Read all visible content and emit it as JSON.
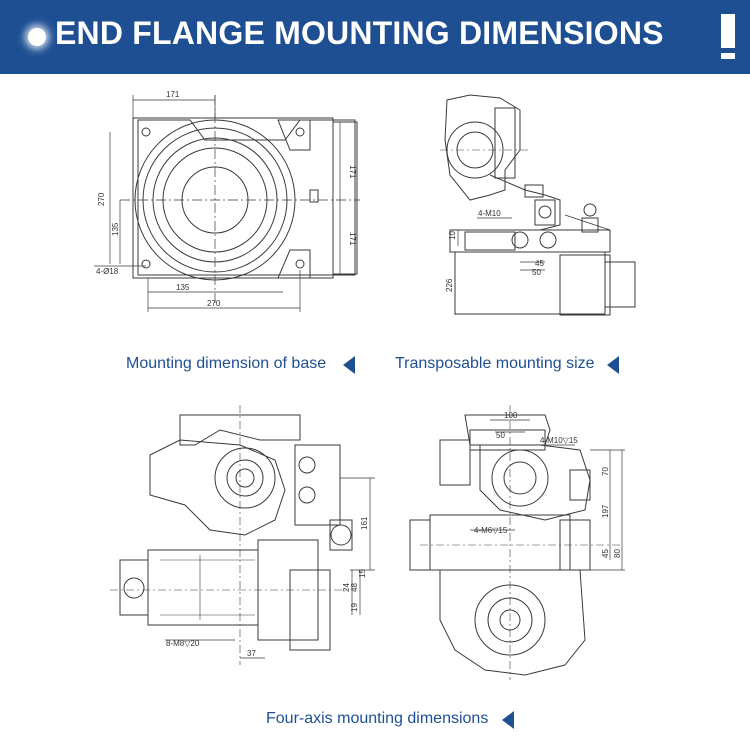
{
  "header": {
    "title": "END FLANGE MOUNTING DIMENSIONS",
    "color": "#1e4f93"
  },
  "captions": {
    "base": "Mounting dimension of base",
    "transposable": "Transposable mounting size",
    "four_axis": "Four-axis mounting dimensions"
  },
  "drawings": {
    "base": {
      "dim_top": "171",
      "dim_bottom_inner": "135",
      "dim_bottom_outer": "270",
      "dim_left_outer": "270",
      "dim_left_inner": "135",
      "dim_right_top": "171",
      "dim_right_bottom": "171",
      "holes": "4-Ø18"
    },
    "transposable": {
      "thread": "4-M10",
      "dim_10": "10",
      "dim_45": "45",
      "dim_50": "50",
      "dim_226": "226"
    },
    "four_axis_left": {
      "dim_161": "161",
      "dim_24": "24",
      "dim_48": "48",
      "dim_15": "15",
      "dim_19": "19",
      "dim_37": "37",
      "thread": "8-M8▽20"
    },
    "four_axis_right": {
      "dim_100": "100",
      "dim_50": "50",
      "thread_top": "4-M10▽15",
      "thread_mid": "4-M6▽15",
      "dim_70": "70",
      "dim_197": "197",
      "dim_45": "45",
      "dim_80": "80"
    }
  }
}
